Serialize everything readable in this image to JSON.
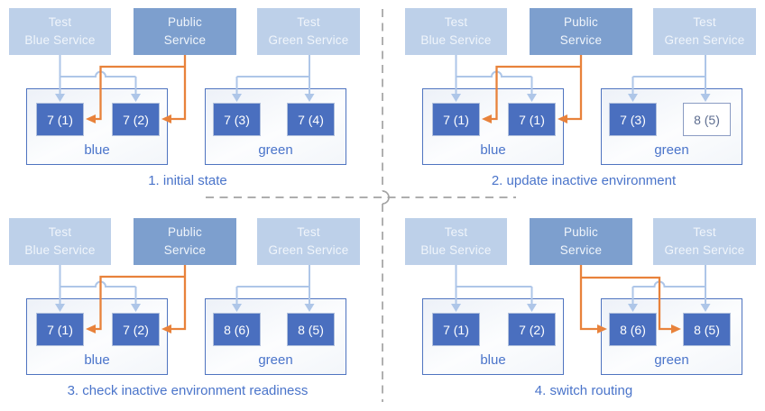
{
  "colors": {
    "test_service_fill": "#bdd0e9",
    "public_service_fill": "#7d9fce",
    "service_text": "#f0f5fb",
    "version_fill": "#4a6fbf",
    "version_border": "#b2c1dd",
    "version_text": "#ffffff",
    "version_outlined_fill": "#ffffff",
    "version_outlined_border": "#8b9cc3",
    "version_outlined_text": "#5d6d90",
    "env_border": "#4f74c0",
    "env_label": "#4a74ca",
    "light_arrow": "#aec6e8",
    "orange_arrow": "#e8823b",
    "caption_text": "#4a74ca",
    "divider": "#a3a3a3"
  },
  "quadrants": [
    {
      "caption": "1. initial state",
      "public_routes_to": "blue",
      "services": [
        {
          "line1": "Test",
          "line2": "Blue Service"
        },
        {
          "line1": "Public",
          "line2": "Service"
        },
        {
          "line1": "Test",
          "line2": "Green Service"
        }
      ],
      "environments": [
        {
          "name": "blue",
          "versions": [
            {
              "label": "7 (1)",
              "style": "filled"
            },
            {
              "label": "7 (2)",
              "style": "filled"
            }
          ]
        },
        {
          "name": "green",
          "versions": [
            {
              "label": "7 (3)",
              "style": "filled"
            },
            {
              "label": "7 (4)",
              "style": "filled"
            }
          ]
        }
      ]
    },
    {
      "caption": "2. update inactive environment",
      "public_routes_to": "blue",
      "services": [
        {
          "line1": "Test",
          "line2": "Blue Service"
        },
        {
          "line1": "Public",
          "line2": "Service"
        },
        {
          "line1": "Test",
          "line2": "Green Service"
        }
      ],
      "environments": [
        {
          "name": "blue",
          "versions": [
            {
              "label": "7 (1)",
              "style": "filled"
            },
            {
              "label": "7 (1)",
              "style": "filled"
            }
          ]
        },
        {
          "name": "green",
          "versions": [
            {
              "label": "7 (3)",
              "style": "filled"
            },
            {
              "label": "8 (5)",
              "style": "outlined"
            }
          ]
        }
      ]
    },
    {
      "caption": "3. check inactive environment readiness",
      "public_routes_to": "blue",
      "services": [
        {
          "line1": "Test",
          "line2": "Blue Service"
        },
        {
          "line1": "Public",
          "line2": "Service"
        },
        {
          "line1": "Test",
          "line2": "Green Service"
        }
      ],
      "environments": [
        {
          "name": "blue",
          "versions": [
            {
              "label": "7 (1)",
              "style": "filled"
            },
            {
              "label": "7 (2)",
              "style": "filled"
            }
          ]
        },
        {
          "name": "green",
          "versions": [
            {
              "label": "8 (6)",
              "style": "filled"
            },
            {
              "label": "8 (5)",
              "style": "filled"
            }
          ]
        }
      ]
    },
    {
      "caption": "4. switch routing",
      "public_routes_to": "green",
      "services": [
        {
          "line1": "Test",
          "line2": "Blue Service"
        },
        {
          "line1": "Public",
          "line2": "Service"
        },
        {
          "line1": "Test",
          "line2": "Green Service"
        }
      ],
      "environments": [
        {
          "name": "blue",
          "versions": [
            {
              "label": "7 (1)",
              "style": "filled"
            },
            {
              "label": "7 (2)",
              "style": "filled"
            }
          ]
        },
        {
          "name": "green",
          "versions": [
            {
              "label": "8 (6)",
              "style": "filled"
            },
            {
              "label": "8 (5)",
              "style": "filled"
            }
          ]
        }
      ]
    }
  ]
}
